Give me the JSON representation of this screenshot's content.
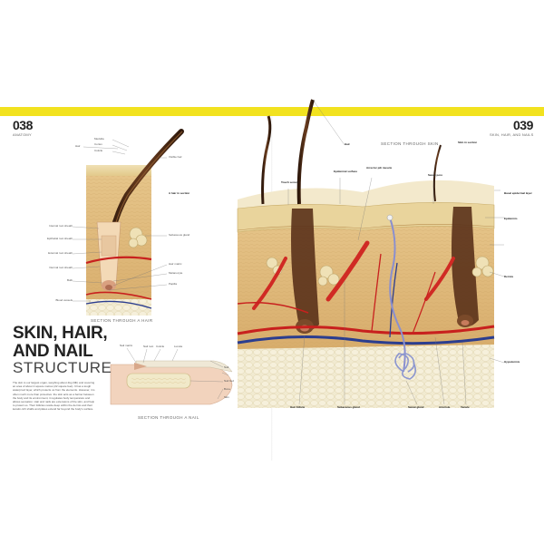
{
  "left_page": {
    "number": "038",
    "section": "ANATOMY",
    "title_line1": "SKIN, HAIR,",
    "title_line2": "AND NAIL",
    "title_line3": "STRUCTURE",
    "intro": "The skin is our largest organ, weighing about 4kg (9lb) and covering an area of about 2 square metres (22 square feet). It has a tough waterproof layer, which protects us from the elements. However, it is often much more than protective: the skin acts as a barrier between the body and its environment, it regulates body temperature and allows sensation. Hair and nails are extensions of the skin, and help to protect us. Their follicles reside deep within the dermis and their keratin-rich shafts and plates extend far beyond the body's surface.",
    "hair_caption": "SECTION THROUGH A HAIR",
    "nail_caption": "SECTION THROUGH A NAIL",
    "hair_labels": {
      "medulla": "Medulla",
      "cortex": "Cortex",
      "cuticle": "Cuticle",
      "hair": "Hair",
      "visible_hair": "Visible hair",
      "hair_in_section": "A hair in section",
      "sebaceous_gland": "Sebaceous gland",
      "hair_matrix": "Hair matrix",
      "melanocyte": "Melanocyte",
      "papilla": "Papilla",
      "internal_root_sheath": "Internal root sheath",
      "epithelial_root_sheath": "Epithelial root sheath",
      "external_root_sheath": "External root sheath",
      "dermal_root_sheath": "Dermal root sheath",
      "bulb": "Bulb",
      "blood_vessels": "Blood vessels"
    },
    "nail_labels": {
      "nail_matrix": "Nail matrix",
      "nail_root": "Nail root",
      "cuticle": "Cuticle",
      "lunula": "Lunula",
      "nail": "Nail",
      "nail_bed": "Nail bed",
      "bone": "Bone",
      "skin": "Skin"
    }
  },
  "right_page": {
    "number": "039",
    "section": "SKIN, HAIR, AND NAILS",
    "caption": "SECTION THROUGH SKIN",
    "labels": {
      "hair": "Hair",
      "touch_sensor": "Touch sensor",
      "epidermal_surface": "Epidermal surface",
      "arrector_pili": "Arrector pili muscle",
      "sweat_pore": "Sweat pore",
      "skin_in_section": "Skin in section",
      "basal_epidermal_layer": "Basal epidermal layer",
      "epidermis": "Epidermis",
      "dermis": "Dermis",
      "hypodermis": "Hypodermis",
      "hair_follicle": "Hair follicle",
      "sebaceous_gland": "Sebaceous gland",
      "sweat_gland": "Sweat gland",
      "arteriole": "Arteriole",
      "venule": "Venule"
    }
  },
  "colors": {
    "accent_bar": "#f2e21f",
    "epidermis": "#e6d29a",
    "dermis": "#e0b878",
    "fat": "#efe7c8",
    "hair": "#4a2a17",
    "artery": "#c8201e",
    "vein": "#2b3d8f",
    "nerve": "#8a8fcf"
  }
}
